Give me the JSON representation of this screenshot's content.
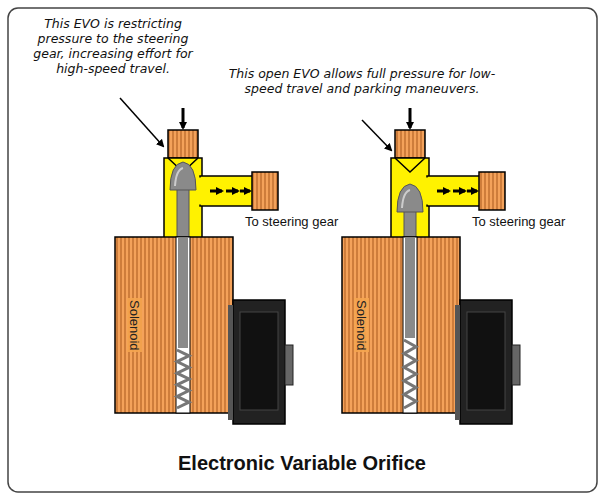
{
  "diagram": {
    "title": "Electronic Variable Orifice",
    "nodes": [
      {
        "text": [
          "Solenoid"
        ]
      },
      {
        "text": [
          "Solenoid"
        ]
      }
    ],
    "labels": [
      "This EVO is restricting pressure to the steering gear, increasing effort for high-speed travel.",
      "This open EVO allows full pressure for low-speed travel and parking maneuvers.",
      "To steering gear",
      "To steering gear"
    ]
  }
}
